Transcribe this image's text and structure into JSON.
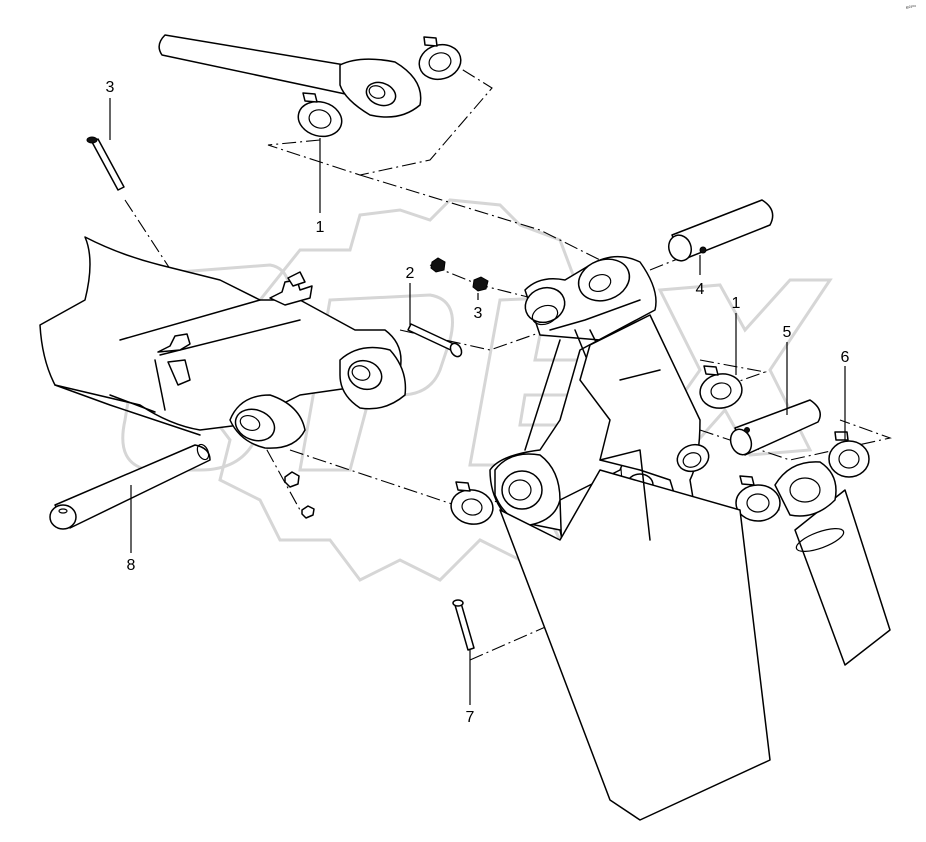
{
  "diagram": {
    "corner_code": "e²³⁰⁰",
    "watermark": "OPEX",
    "callouts": [
      {
        "id": "c1a",
        "text": "1"
      },
      {
        "id": "c1b",
        "text": "1"
      },
      {
        "id": "c2",
        "text": "2"
      },
      {
        "id": "c3a",
        "text": "3"
      },
      {
        "id": "c3b",
        "text": "3"
      },
      {
        "id": "c4",
        "text": "4"
      },
      {
        "id": "c5",
        "text": "5"
      },
      {
        "id": "c6",
        "text": "6"
      },
      {
        "id": "c7",
        "text": "7"
      },
      {
        "id": "c8",
        "text": "8"
      }
    ]
  }
}
